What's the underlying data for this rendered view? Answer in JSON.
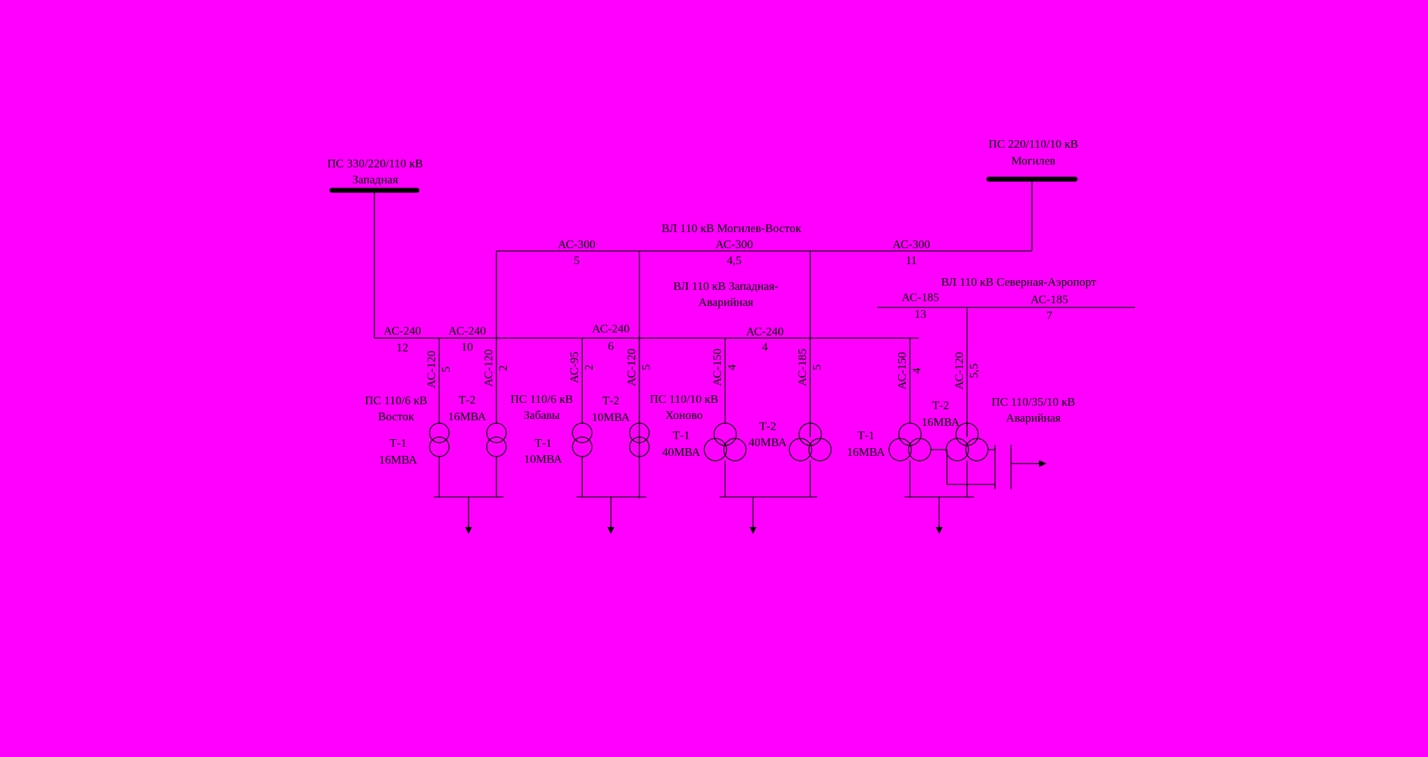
{
  "substations": {
    "zapadnaya": {
      "line1": "ПС 330/220/110 кВ",
      "line2": "Западная"
    },
    "mogilev": {
      "line1": "ПС 220/110/10 кВ",
      "line2": "Могилев"
    },
    "vostok": {
      "line1": "ПС 110/6 кВ",
      "line2": "Восток"
    },
    "zabavy": {
      "line1": "ПС 110/6 кВ",
      "line2": "Забавы"
    },
    "khonovo": {
      "line1": "ПС 110/10 кВ",
      "line2": "Хоново"
    },
    "avariynaya": {
      "line1": "ПС 110/35/10 кВ",
      "line2": "Аварийная"
    }
  },
  "lines": {
    "mogilev_vostok": "ВЛ 110 кВ Могилев-Восток",
    "zapadnaya_avariynaya_1": "ВЛ 110 кВ Западная-",
    "zapadnaya_avariynaya_2": "Аварийная",
    "severnaya_aeroport": "ВЛ 110 кВ Северная-Аэропорт"
  },
  "segments": {
    "top_1": {
      "wire": "АС-300",
      "length": "5"
    },
    "top_2": {
      "wire": "АС-300",
      "length": "4,5"
    },
    "top_3": {
      "wire": "АС-300",
      "length": "11"
    },
    "mid_1": {
      "wire": "АС-240",
      "length": "12"
    },
    "mid_2": {
      "wire": "АС-240",
      "length": "10"
    },
    "mid_3": {
      "wire": "АС-240",
      "length": "6"
    },
    "mid_4": {
      "wire": "АС-240",
      "length": "4"
    },
    "right_1": {
      "wire": "АС-185",
      "length": "13"
    },
    "right_2": {
      "wire": "АС-185",
      "length": "7"
    }
  },
  "taps": {
    "vostok_t1": {
      "wire": "АС-120",
      "length": "5"
    },
    "vostok_t2": {
      "wire": "АС-120",
      "length": "2"
    },
    "zabavy_t1": {
      "wire": "АС-95",
      "length": "2"
    },
    "zabavy_t2": {
      "wire": "АС-120",
      "length": "5"
    },
    "khonovo_t1": {
      "wire": "АС-150",
      "length": "4"
    },
    "khonovo_t2": {
      "wire": "АС-185",
      "length": "5"
    },
    "avar_t1": {
      "wire": "АС-150",
      "length": "4"
    },
    "avar_t2": {
      "wire": "АС-120",
      "length": "5,5"
    }
  },
  "transformers": {
    "vostok_t1": {
      "name": "Т-1",
      "rating": "16МВА"
    },
    "vostok_t2": {
      "name": "Т-2",
      "rating": "16МВА"
    },
    "zabavy_t1": {
      "name": "Т-1",
      "rating": "10МВА"
    },
    "zabavy_t2": {
      "name": "Т-2",
      "rating": "10МВА"
    },
    "khonovo_t1": {
      "name": "Т-1",
      "rating": "40МВА"
    },
    "khonovo_t2": {
      "name": "Т-2",
      "rating": "40МВА"
    },
    "avar_t1": {
      "name": "Т-1",
      "rating": "16МВА"
    },
    "avar_t2": {
      "name": "Т-2",
      "rating": "16МВА"
    }
  },
  "colors": {
    "background": "#ff00ff",
    "ink": "#000000"
  }
}
